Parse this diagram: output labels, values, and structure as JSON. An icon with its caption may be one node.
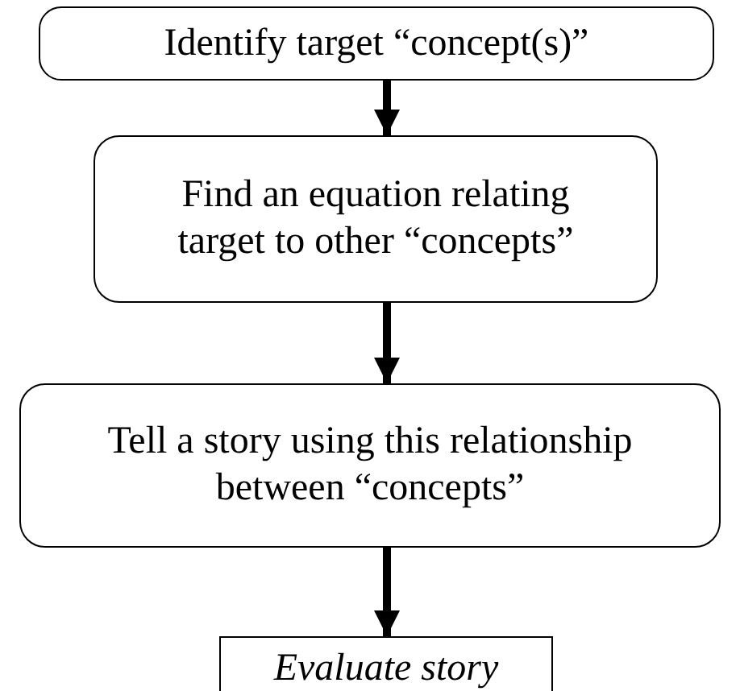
{
  "diagram": {
    "nodes": [
      {
        "text": [
          "Identify target “concept(s)”"
        ]
      },
      {
        "text": [
          "Find an equation relating target to other “concepts”"
        ]
      },
      {
        "text": [
          "Tell a story using this relationship between “concepts”"
        ]
      },
      {
        "text": [
          "Evaluate story"
        ]
      }
    ],
    "edges": [
      {
        "from": 0,
        "to": 1,
        "arrow": "to"
      },
      {
        "from": 1,
        "to": 2,
        "arrow": "to"
      },
      {
        "from": 2,
        "to": 3,
        "arrow": "to"
      }
    ]
  }
}
